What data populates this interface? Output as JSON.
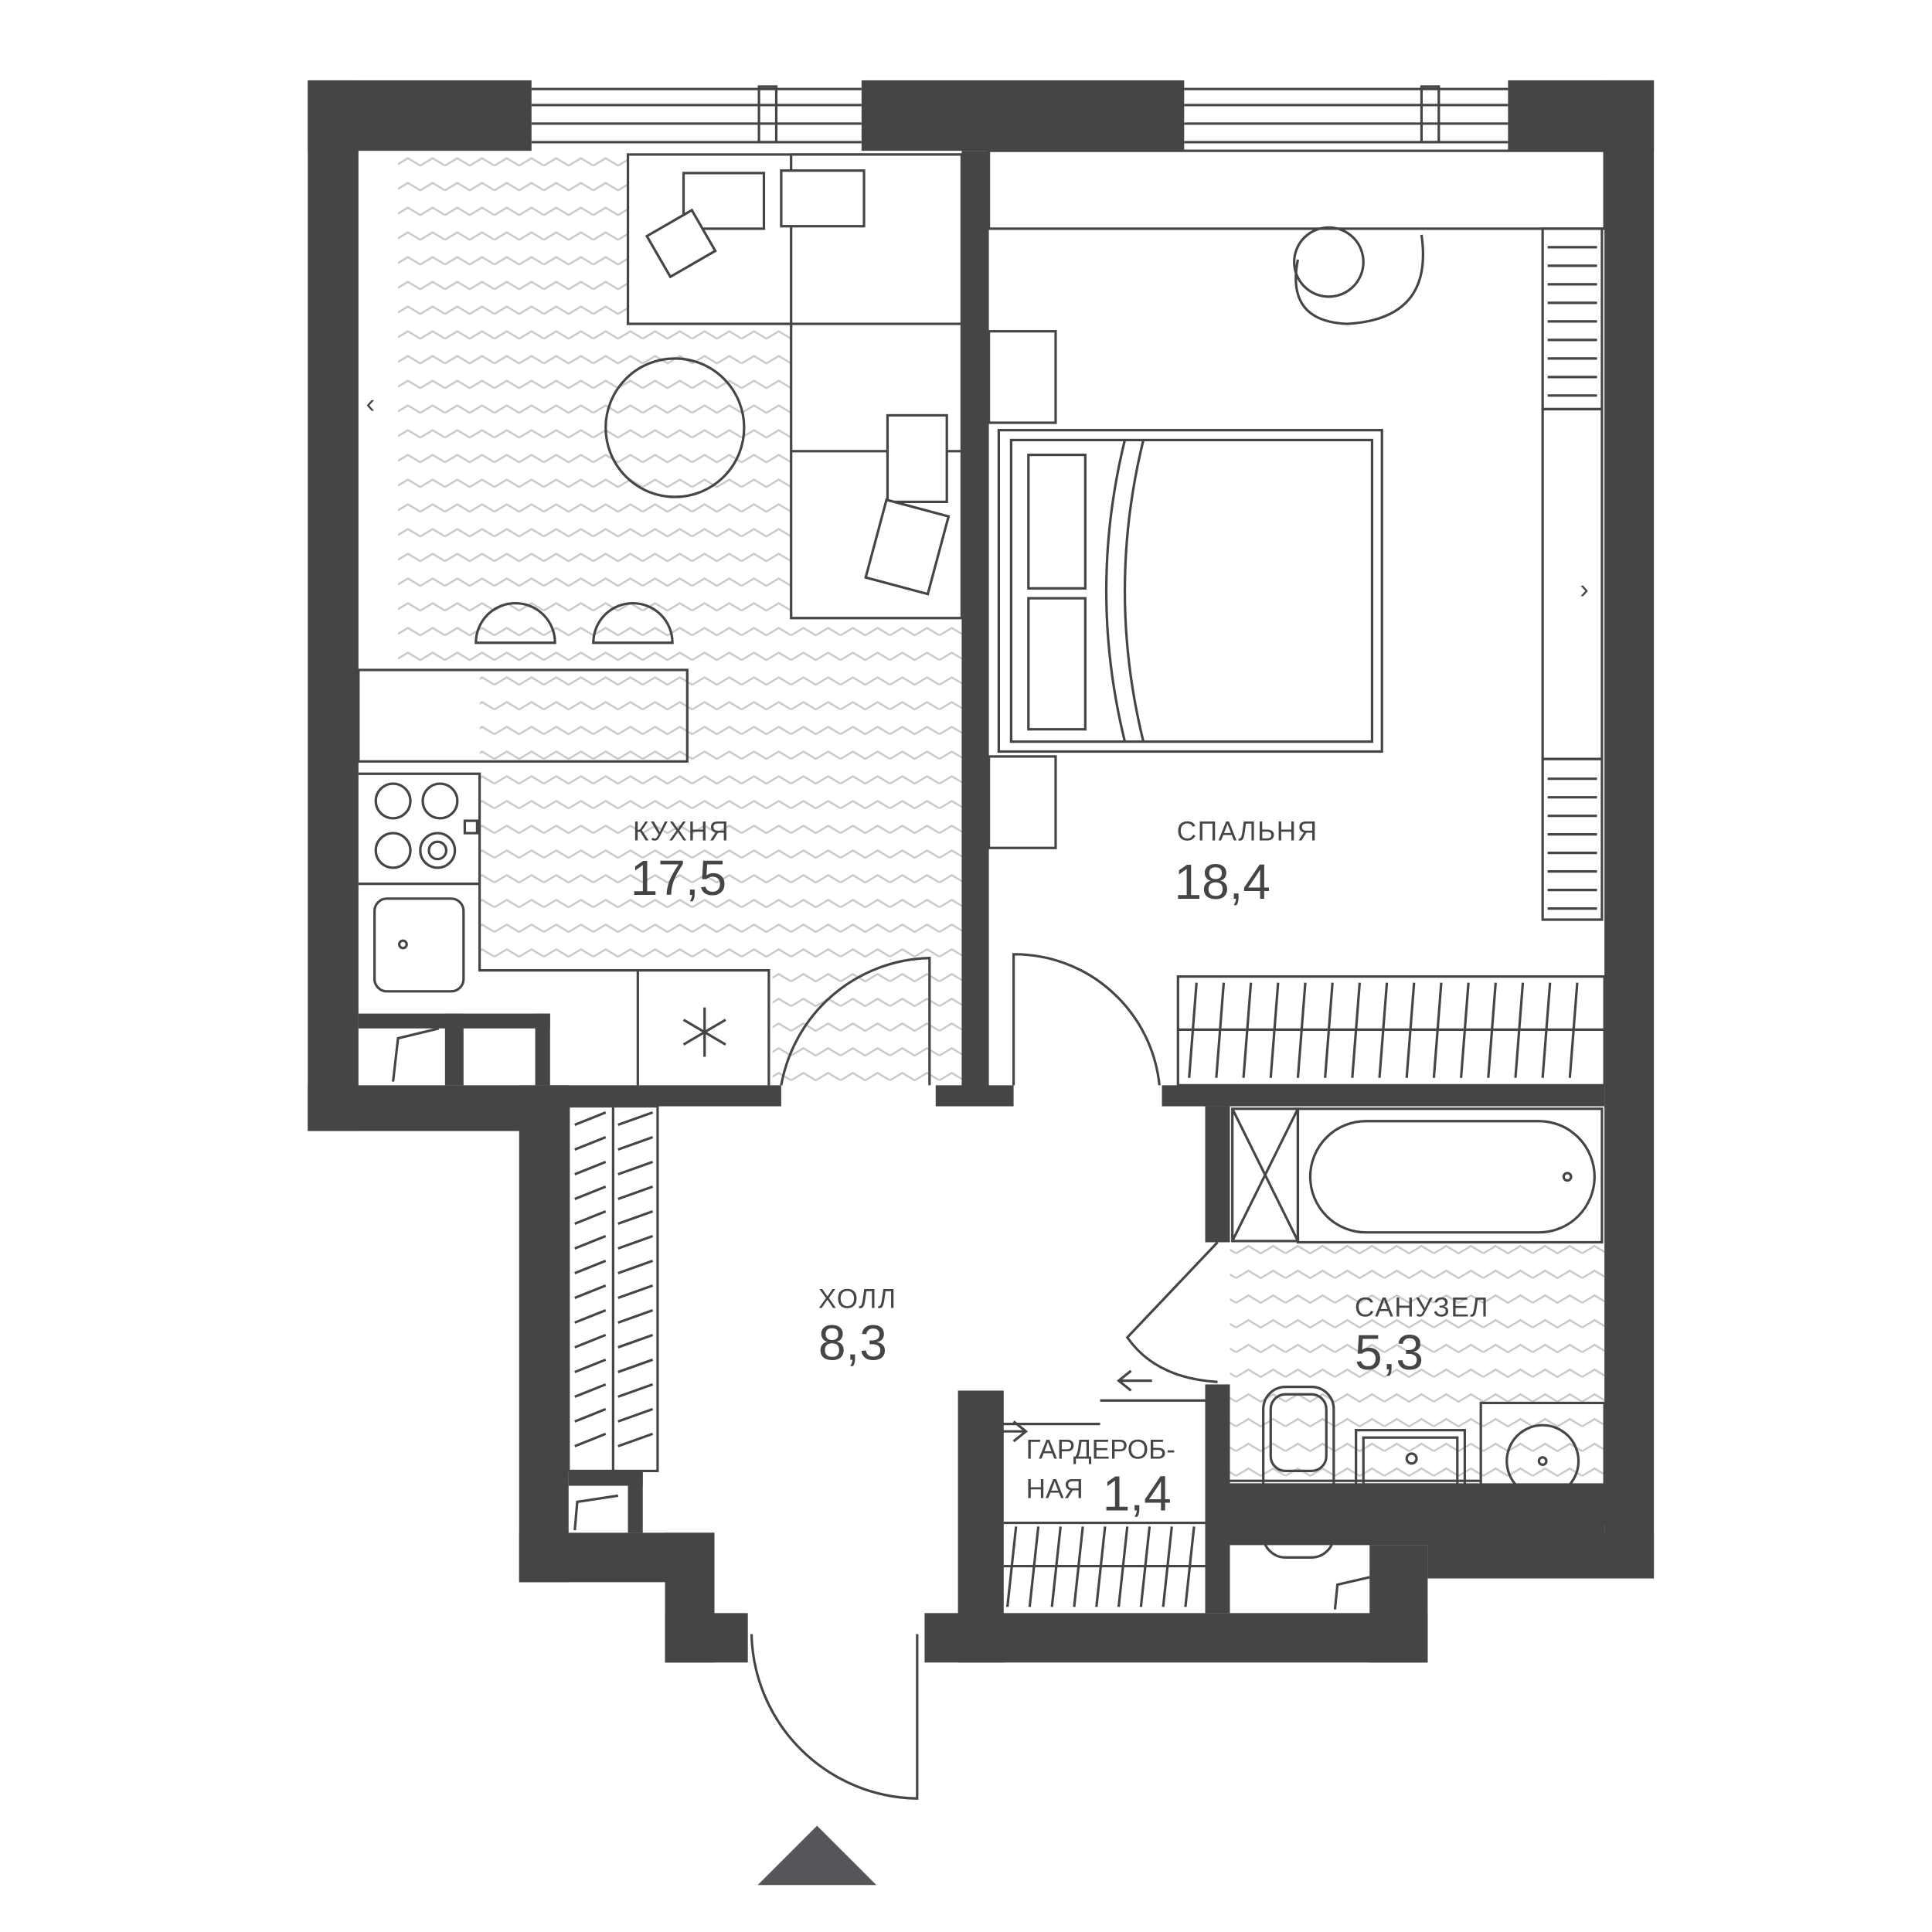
{
  "rooms": {
    "kitchen": {
      "name": "КУХНЯ",
      "area": "17,5"
    },
    "bedroom": {
      "name": "СПАЛЬНЯ",
      "area": "18,4"
    },
    "hall": {
      "name": "ХОЛЛ",
      "area": "8,3"
    },
    "bathroom": {
      "name": "САНУЗЕЛ",
      "area": "5,3"
    },
    "wardrobe": {
      "name_line1": "ГАРДЕРОБ-",
      "name_line2": "НАЯ",
      "area": "1,4"
    }
  },
  "colors": {
    "wall": "#454545",
    "floor_pattern": "#c8c8c8",
    "entrance_marker": "#55565a"
  }
}
